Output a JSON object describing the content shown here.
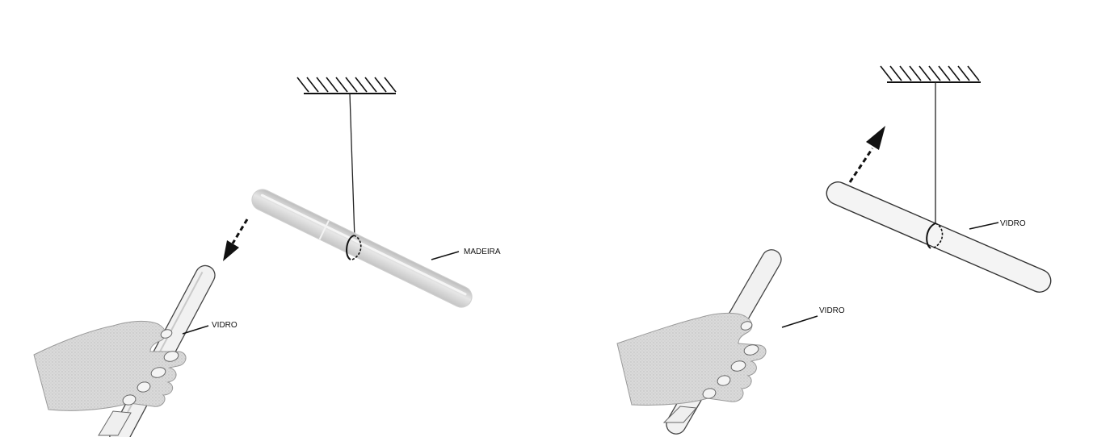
{
  "left_scene": {
    "suspended_rod_label": "MADEIRA",
    "held_rod_label": "VIDRO"
  },
  "right_scene": {
    "suspended_rod_label": "VIDRO",
    "held_rod_label": "VIDRO"
  },
  "colors": {
    "wood_rod": "#d4d4d4",
    "glass_rod": "#f2f2f2",
    "hand": "#d9d9d9",
    "ink": "#111111"
  }
}
